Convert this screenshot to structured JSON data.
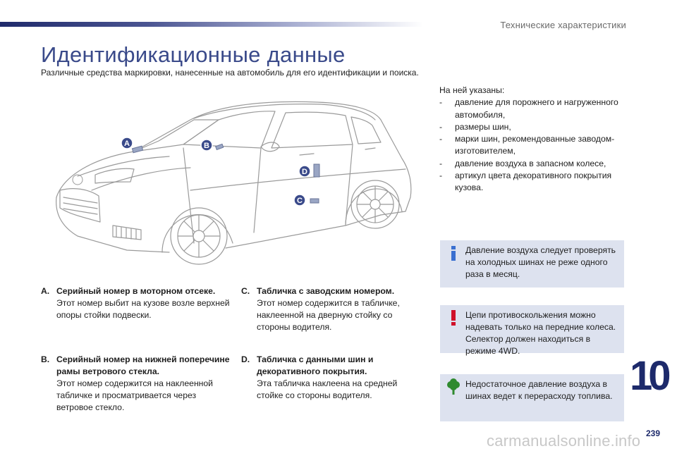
{
  "header": {
    "chapter_title": "Технические характеристики"
  },
  "page": {
    "title": "Идентификационные данные",
    "subtitle": "Различные средства маркировки, нанесенные на автомобиль для его идентификации и поиска.",
    "chapter_number": "10",
    "page_number": "239"
  },
  "markers": [
    "A",
    "B",
    "C",
    "D"
  ],
  "items": [
    {
      "letter": "A.",
      "title": "Серийный номер в моторном отсеке.",
      "text": "Этот номер выбит на кузове возле верхней опоры стойки подвески."
    },
    {
      "letter": "B.",
      "title": "Серийный номер на нижней поперечине рамы ветрового стекла.",
      "text": "Этот номер содержится на наклеенной табличке и просматривается через ветровое стекло."
    },
    {
      "letter": "C.",
      "title": "Табличка с заводским номером.",
      "text": "Этот номер содержится в табличке, наклеенной на дверную стойку со стороны водителя."
    },
    {
      "letter": "D.",
      "title": "Табличка с данными шин и декоративного покрытия.",
      "text": "Эта табличка наклеена на средней стойке со стороны водителя."
    }
  ],
  "info_list": {
    "intro": "На ней указаны:",
    "items": [
      "давление для порожнего и нагруженного автомобиля,",
      "размеры шин,",
      "марки шин, рекомендованные заводом-изготовителем,",
      "давление воздуха в запасном колесе,",
      "артикул цвета декоративного покрытия кузова."
    ]
  },
  "notes": {
    "info": "Давление воздуха следует проверять на холодных шинах не реже одного раза в месяц.",
    "warning": "Цепи противоскольжения можно надевать только на передние колеса. Селектор должен находиться в режиме 4WD.",
    "eco": "Недостаточное давление воздуха в шинах ведет к перерасходу топлива."
  },
  "watermark": "carmanualsonline.info",
  "colors": {
    "accent": "#3a4a8a",
    "chapter_blue": "#1d2a6b",
    "note_bg": "#dde2ef",
    "warning_red": "#d0102a",
    "eco_green": "#2f8a2f",
    "info_blue": "#3a6fd0"
  }
}
